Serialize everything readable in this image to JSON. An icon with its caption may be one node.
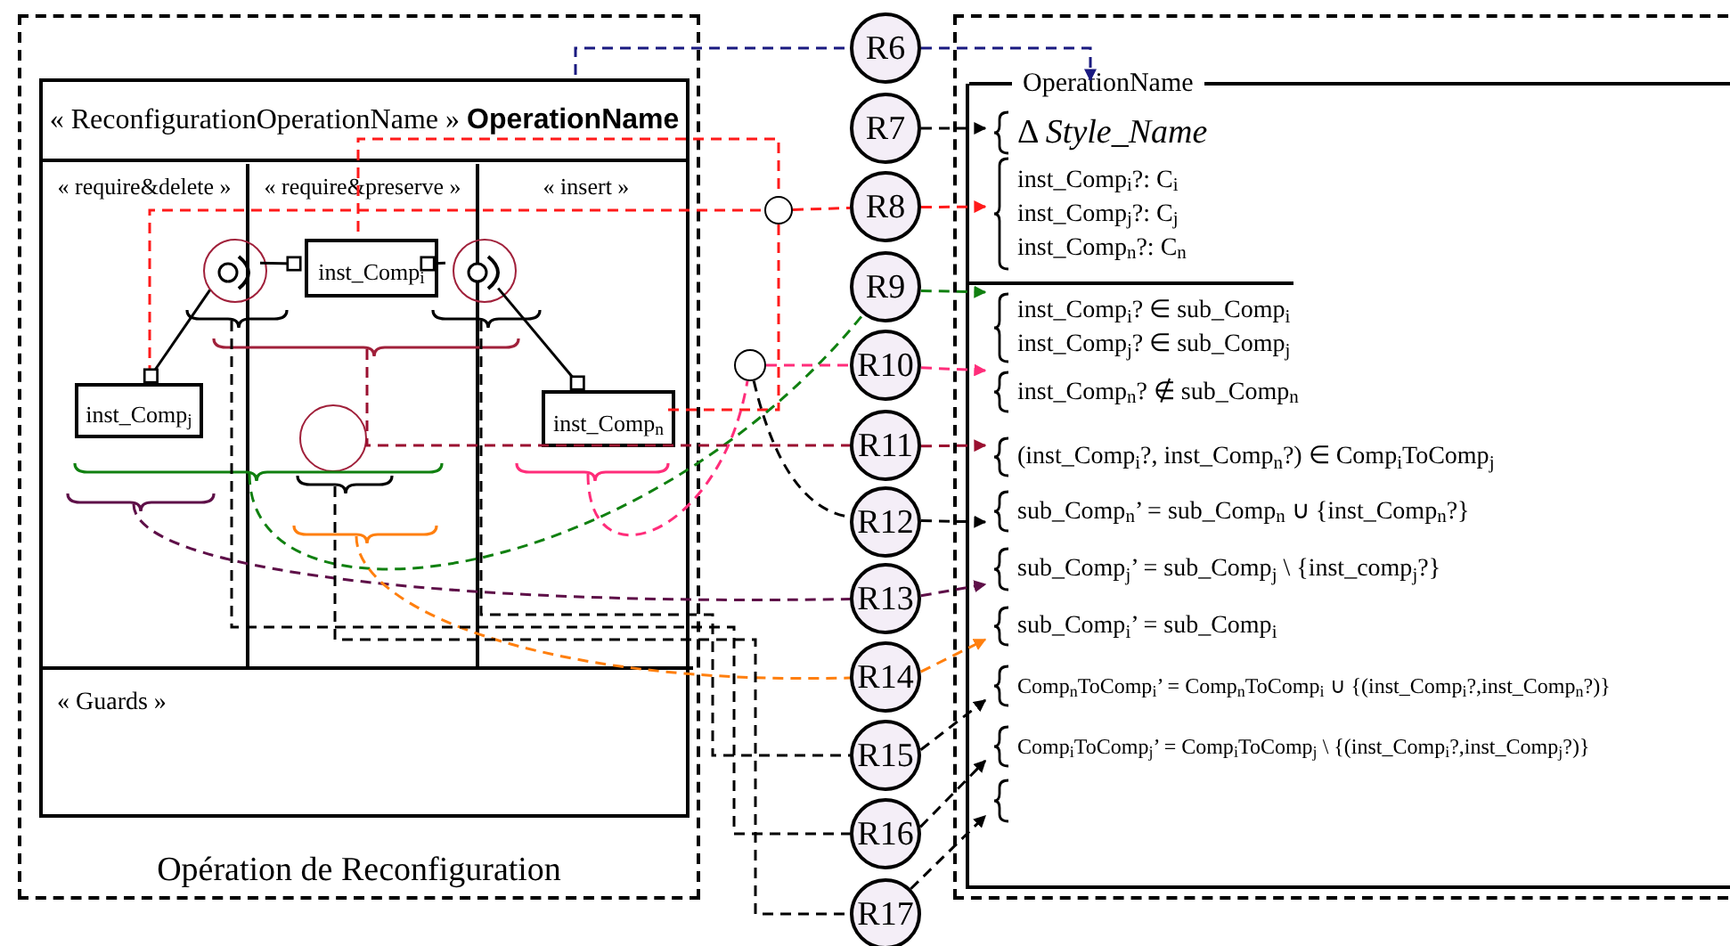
{
  "diagram": {
    "nodes": [
      {
        "text": [
          "Opération de Reconfiguration"
        ]
      },
      {
        "text": [
          "« ReconfigurationOperationName » **OperationName**"
        ],
        "in": 0
      },
      {
        "text": [
          "« require&delete »"
        ],
        "in": 1
      },
      {
        "text": [
          "« require&preserve »"
        ],
        "in": 1
      },
      {
        "text": [
          "« insert »"
        ],
        "in": 1
      },
      {
        "text": [
          "« Guards »"
        ],
        "in": 1
      },
      {
        "text": [
          "inst_Comp$_{j}$"
        ],
        "in": 2
      },
      {
        "text": [
          "inst_Comp$_{i}$"
        ],
        "in": 3
      },
      {
        "text": [
          "inst_Comp$_{n}$"
        ],
        "in": 4
      },
      {
        "text": [
          "R6"
        ]
      },
      {
        "text": [
          "R7"
        ]
      },
      {
        "text": [
          "R8"
        ]
      },
      {
        "text": [
          "R9"
        ]
      },
      {
        "text": [
          "R10"
        ]
      },
      {
        "text": [
          "R11"
        ]
      },
      {
        "text": [
          "R12"
        ]
      },
      {
        "text": [
          "R13"
        ]
      },
      {
        "text": [
          "R14"
        ]
      },
      {
        "text": [
          "R15"
        ]
      },
      {
        "text": [
          "R16"
        ]
      },
      {
        "text": [
          "R17"
        ]
      },
      {
        "text": [],
        "shape": "box"
      },
      {
        "text": [
          "OperationName"
        ],
        "in": 21
      },
      {
        "text": [
          "Δ *Style_Name*"
        ],
        "in": 22
      },
      {
        "text": [
          "inst_Comp$_{i}$?: C$_{i}$",
          "inst_Comp$_{j}$?: C$_{j}$",
          "inst_Comp$_{n}$?: C$_{n}$"
        ],
        "in": 22
      },
      {
        "text": [
          "inst_Comp$_{i}$? ∈ sub_Comp$_{i}$",
          "inst_Comp$_{j}$? ∈ sub_Comp$_{j}$"
        ],
        "in": 22
      },
      {
        "text": [
          "inst_Comp$_{n}$? ∉ sub_Comp$_{n}$"
        ],
        "in": 22
      },
      {
        "text": [
          "(inst_Comp$_{i}$?, inst_Comp$_{n}$?) ∈ Comp$_{i}$ToComp$_{j}$"
        ],
        "in": 22
      },
      {
        "text": [
          "sub_Comp$_{n}$’ = sub_Comp$_{n}$ ∪ {inst_Comp$_{n}$?}"
        ],
        "in": 22
      },
      {
        "text": [
          "sub_Comp$_{j}$’ = sub_Comp$_{j}$ \\ {inst_comp$_{j}$?}"
        ],
        "in": 22
      },
      {
        "text": [
          "sub_Comp$_{i}$’ = sub_Comp$_{i}$"
        ],
        "in": 22
      },
      {
        "text": [
          "Comp$_{n}$ToComp$_{i}$’ = Comp$_{n}$ToComp$_{i}$ ∪ {(inst_Comp$_{i}$?,inst_Comp$_{n}$?)}"
        ],
        "in": 22
      },
      {
        "text": [
          "Comp$_{i}$ToComp$_{j}$’ = Comp$_{i}$ToComp$_{j}$ \\ {(inst_Comp$_{i}$?,inst_Comp$_{j}$?)}"
        ],
        "in": 22
      },
      {
        "text": [],
        "shape": "brace",
        "in": 22
      },
      {
        "text": [],
        "shape": "circle"
      },
      {
        "text": [],
        "shape": "circle"
      },
      {
        "text": [],
        "shape": "circle",
        "in": 1
      },
      {
        "text": [],
        "shape": "circle",
        "in": 1
      },
      {
        "text": [],
        "shape": "brace",
        "in": 1
      },
      {
        "text": [],
        "shape": "brace",
        "in": 1
      },
      {
        "text": [],
        "shape": "brace",
        "in": 1
      },
      {
        "text": [],
        "shape": "circle",
        "in": 3
      },
      {
        "text": [],
        "shape": "brace",
        "in": 1
      },
      {
        "text": [],
        "shape": "brace",
        "in": 2
      },
      {
        "text": [],
        "shape": "brace",
        "in": 3
      },
      {
        "text": [],
        "shape": "brace",
        "in": 3
      },
      {
        "text": [],
        "shape": "brace",
        "in": 4
      }
    ],
    "edges": [
      {
        "from": 1,
        "to": 9,
        "arrow": "none",
        "style": "dashed",
        "color": "#1a1a80"
      },
      {
        "from": 9,
        "to": 22,
        "arrow": "to",
        "style": "dashed",
        "color": "#1a1a80"
      },
      {
        "from": 10,
        "to": 23,
        "arrow": "to",
        "style": "dashed"
      },
      {
        "from": 6,
        "to": 34,
        "arrow": "none",
        "style": "dashed",
        "color": "#ff1a1a"
      },
      {
        "from": 7,
        "to": 34,
        "arrow": "none",
        "style": "dashed",
        "color": "#ff1a1a"
      },
      {
        "from": 8,
        "to": 34,
        "arrow": "none",
        "style": "dashed",
        "color": "#ff1a1a"
      },
      {
        "from": 34,
        "to": 11,
        "arrow": "none",
        "style": "dashed",
        "color": "#ff1a1a"
      },
      {
        "from": 11,
        "to": 24,
        "arrow": "to",
        "style": "dashed",
        "color": "#ff1a1a"
      },
      {
        "from": 42,
        "to": 12,
        "arrow": "none",
        "style": "dashed",
        "color": "#108010"
      },
      {
        "from": 12,
        "to": 25,
        "arrow": "to",
        "style": "dashed",
        "color": "#108010"
      },
      {
        "from": 35,
        "to": 13,
        "arrow": "none",
        "style": "dashed",
        "color": "#ff2d7a"
      },
      {
        "from": 46,
        "to": 35,
        "arrow": "none",
        "style": "dashed",
        "color": "#ff2d7a"
      },
      {
        "from": 13,
        "to": 26,
        "arrow": "to",
        "style": "dashed",
        "color": "#ff2d7a"
      },
      {
        "from": 40,
        "to": 14,
        "arrow": "none",
        "style": "dashed",
        "color": "#9a1030"
      },
      {
        "from": 14,
        "to": 27,
        "arrow": "to",
        "style": "dashed",
        "color": "#9a1030"
      },
      {
        "from": 35,
        "to": 15,
        "arrow": "none",
        "style": "dashed"
      },
      {
        "from": 15,
        "to": 28,
        "arrow": "to",
        "style": "dashed"
      },
      {
        "from": 43,
        "to": 16,
        "arrow": "none",
        "style": "dashed",
        "color": "#5e0f48"
      },
      {
        "from": 16,
        "to": 29,
        "arrow": "to",
        "style": "dashed",
        "color": "#5e0f48"
      },
      {
        "from": 45,
        "to": 17,
        "arrow": "none",
        "style": "dashed",
        "color": "#ff7f0e"
      },
      {
        "from": 17,
        "to": 30,
        "arrow": "to",
        "style": "dashed",
        "color": "#ff7f0e"
      },
      {
        "from": 39,
        "to": 18,
        "arrow": "none",
        "style": "dashed"
      },
      {
        "from": 18,
        "to": 31,
        "arrow": "to",
        "style": "dashed"
      },
      {
        "from": 38,
        "to": 19,
        "arrow": "none",
        "style": "dashed"
      },
      {
        "from": 19,
        "to": 32,
        "arrow": "to",
        "style": "dashed"
      },
      {
        "from": 44,
        "to": 20,
        "arrow": "none",
        "style": "dashed"
      },
      {
        "from": 20,
        "to": 33,
        "arrow": "to",
        "style": "dashed"
      },
      {
        "from": 6,
        "to": 36,
        "arrow": "other"
      },
      {
        "from": 8,
        "to": 37,
        "arrow": "other"
      },
      {
        "from": 7,
        "to": 36,
        "arrow": "other"
      },
      {
        "from": 7,
        "to": 37,
        "arrow": "other"
      }
    ]
  }
}
